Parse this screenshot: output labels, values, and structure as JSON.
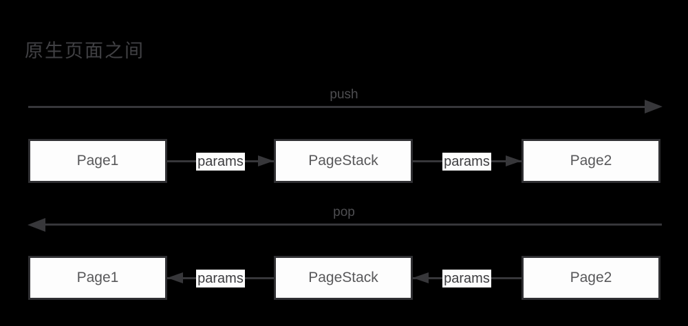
{
  "title": "原生页面之间",
  "flows": [
    {
      "label": "push",
      "direction": "right"
    },
    {
      "label": "pop",
      "direction": "left"
    }
  ],
  "rows": [
    {
      "direction": "right",
      "boxes": [
        {
          "label": "Page1"
        },
        {
          "label": "PageStack"
        },
        {
          "label": "Page2"
        }
      ],
      "connectors": [
        {
          "label": "params"
        },
        {
          "label": "params"
        }
      ]
    },
    {
      "direction": "left",
      "boxes": [
        {
          "label": "Page1"
        },
        {
          "label": "PageStack"
        },
        {
          "label": "Page2"
        }
      ],
      "connectors": [
        {
          "label": "params"
        },
        {
          "label": "params"
        }
      ]
    }
  ],
  "colors": {
    "background": "#000000",
    "box_fill": "#fdfdfd",
    "box_border": "#303033",
    "arrow": "#37373a",
    "title_text": "#414144",
    "flow_label_text": "#4e4e51",
    "box_text": "#58585a",
    "params_text": "#3c3c3f"
  }
}
